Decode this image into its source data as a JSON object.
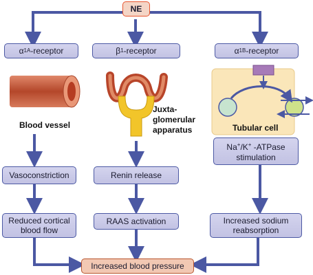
{
  "top": {
    "label": "NE"
  },
  "receptors": {
    "alpha1a": {
      "greek": "α",
      "sub": "1A",
      "suffix": "-receptor"
    },
    "beta1": {
      "greek": "β",
      "sub": "1",
      "suffix": "-receptor"
    },
    "alpha1b": {
      "greek": "α",
      "sub": "1B",
      "suffix": "-receptor"
    }
  },
  "illustrations": {
    "vessel": "Blood vessel",
    "jga": [
      "Juxta-",
      "glomerular",
      "apparatus"
    ],
    "tubular": "Tubular cell"
  },
  "pump": {
    "line1_a": "Na",
    "line1_a_sup": "+",
    "line1_b": "/K",
    "line1_b_sup": "+",
    "line1_c": " -ATPase",
    "line2": "stimulation"
  },
  "boxes": {
    "vasoconstriction": "Vasoconstriction",
    "renin": "Renin release",
    "reduced_line1": "Reduced cortical",
    "reduced_line2": "blood flow",
    "raas": "RAAS activation",
    "sodium_line1": "Increased sodium",
    "sodium_line2": "reabsorption",
    "bp": "Increased blood pressure"
  },
  "colors": {
    "arrow": "#4b58a3",
    "box_fill": "#c8c8e8",
    "top_fill": "#f4d5c6",
    "top_border": "#e8552e",
    "cell_fill": "#fae6b9",
    "bp_fill": "#f2c8b3",
    "vessel": "#c75a38",
    "jga_yellow": "#f2c52a"
  }
}
